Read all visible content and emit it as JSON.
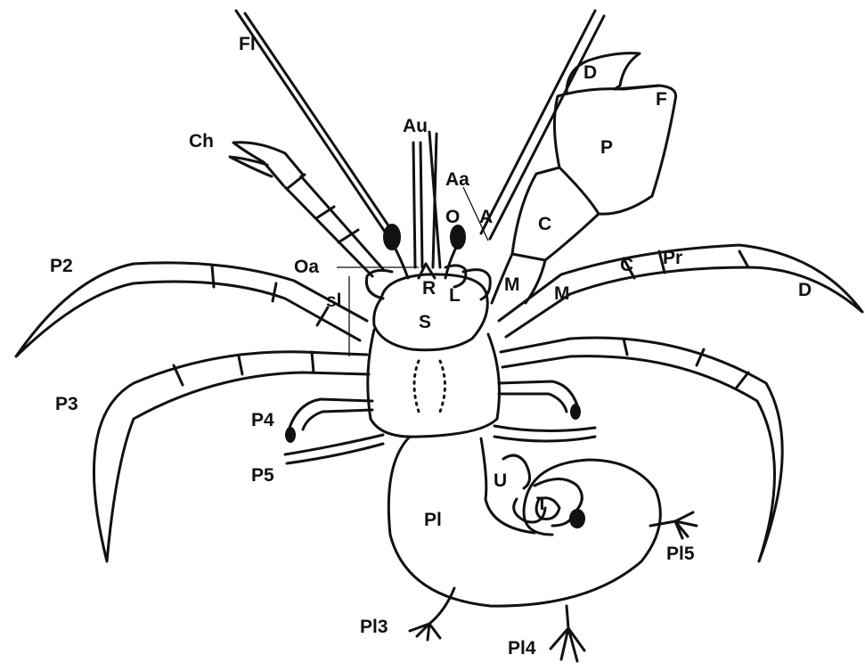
{
  "labels": {
    "fl": "Fl",
    "ch": "Ch",
    "au": "Au",
    "aa": "Aa",
    "o": "O",
    "a": "A",
    "d_claw": "D",
    "f": "F",
    "p": "P",
    "c_claw": "C",
    "p2": "P2",
    "oa": "Oa",
    "sl": "sl",
    "r": "R",
    "l": "L",
    "m1": "M",
    "m2": "M",
    "c_leg": "C",
    "pr": "Pr",
    "d_leg": "D",
    "s": "S",
    "p3": "P3",
    "p4": "P4",
    "p5": "P5",
    "u": "U",
    "t": "T",
    "pl": "Pl",
    "pl5": "Pl5",
    "pl3": "Pl3",
    "pl4": "Pl4"
  }
}
